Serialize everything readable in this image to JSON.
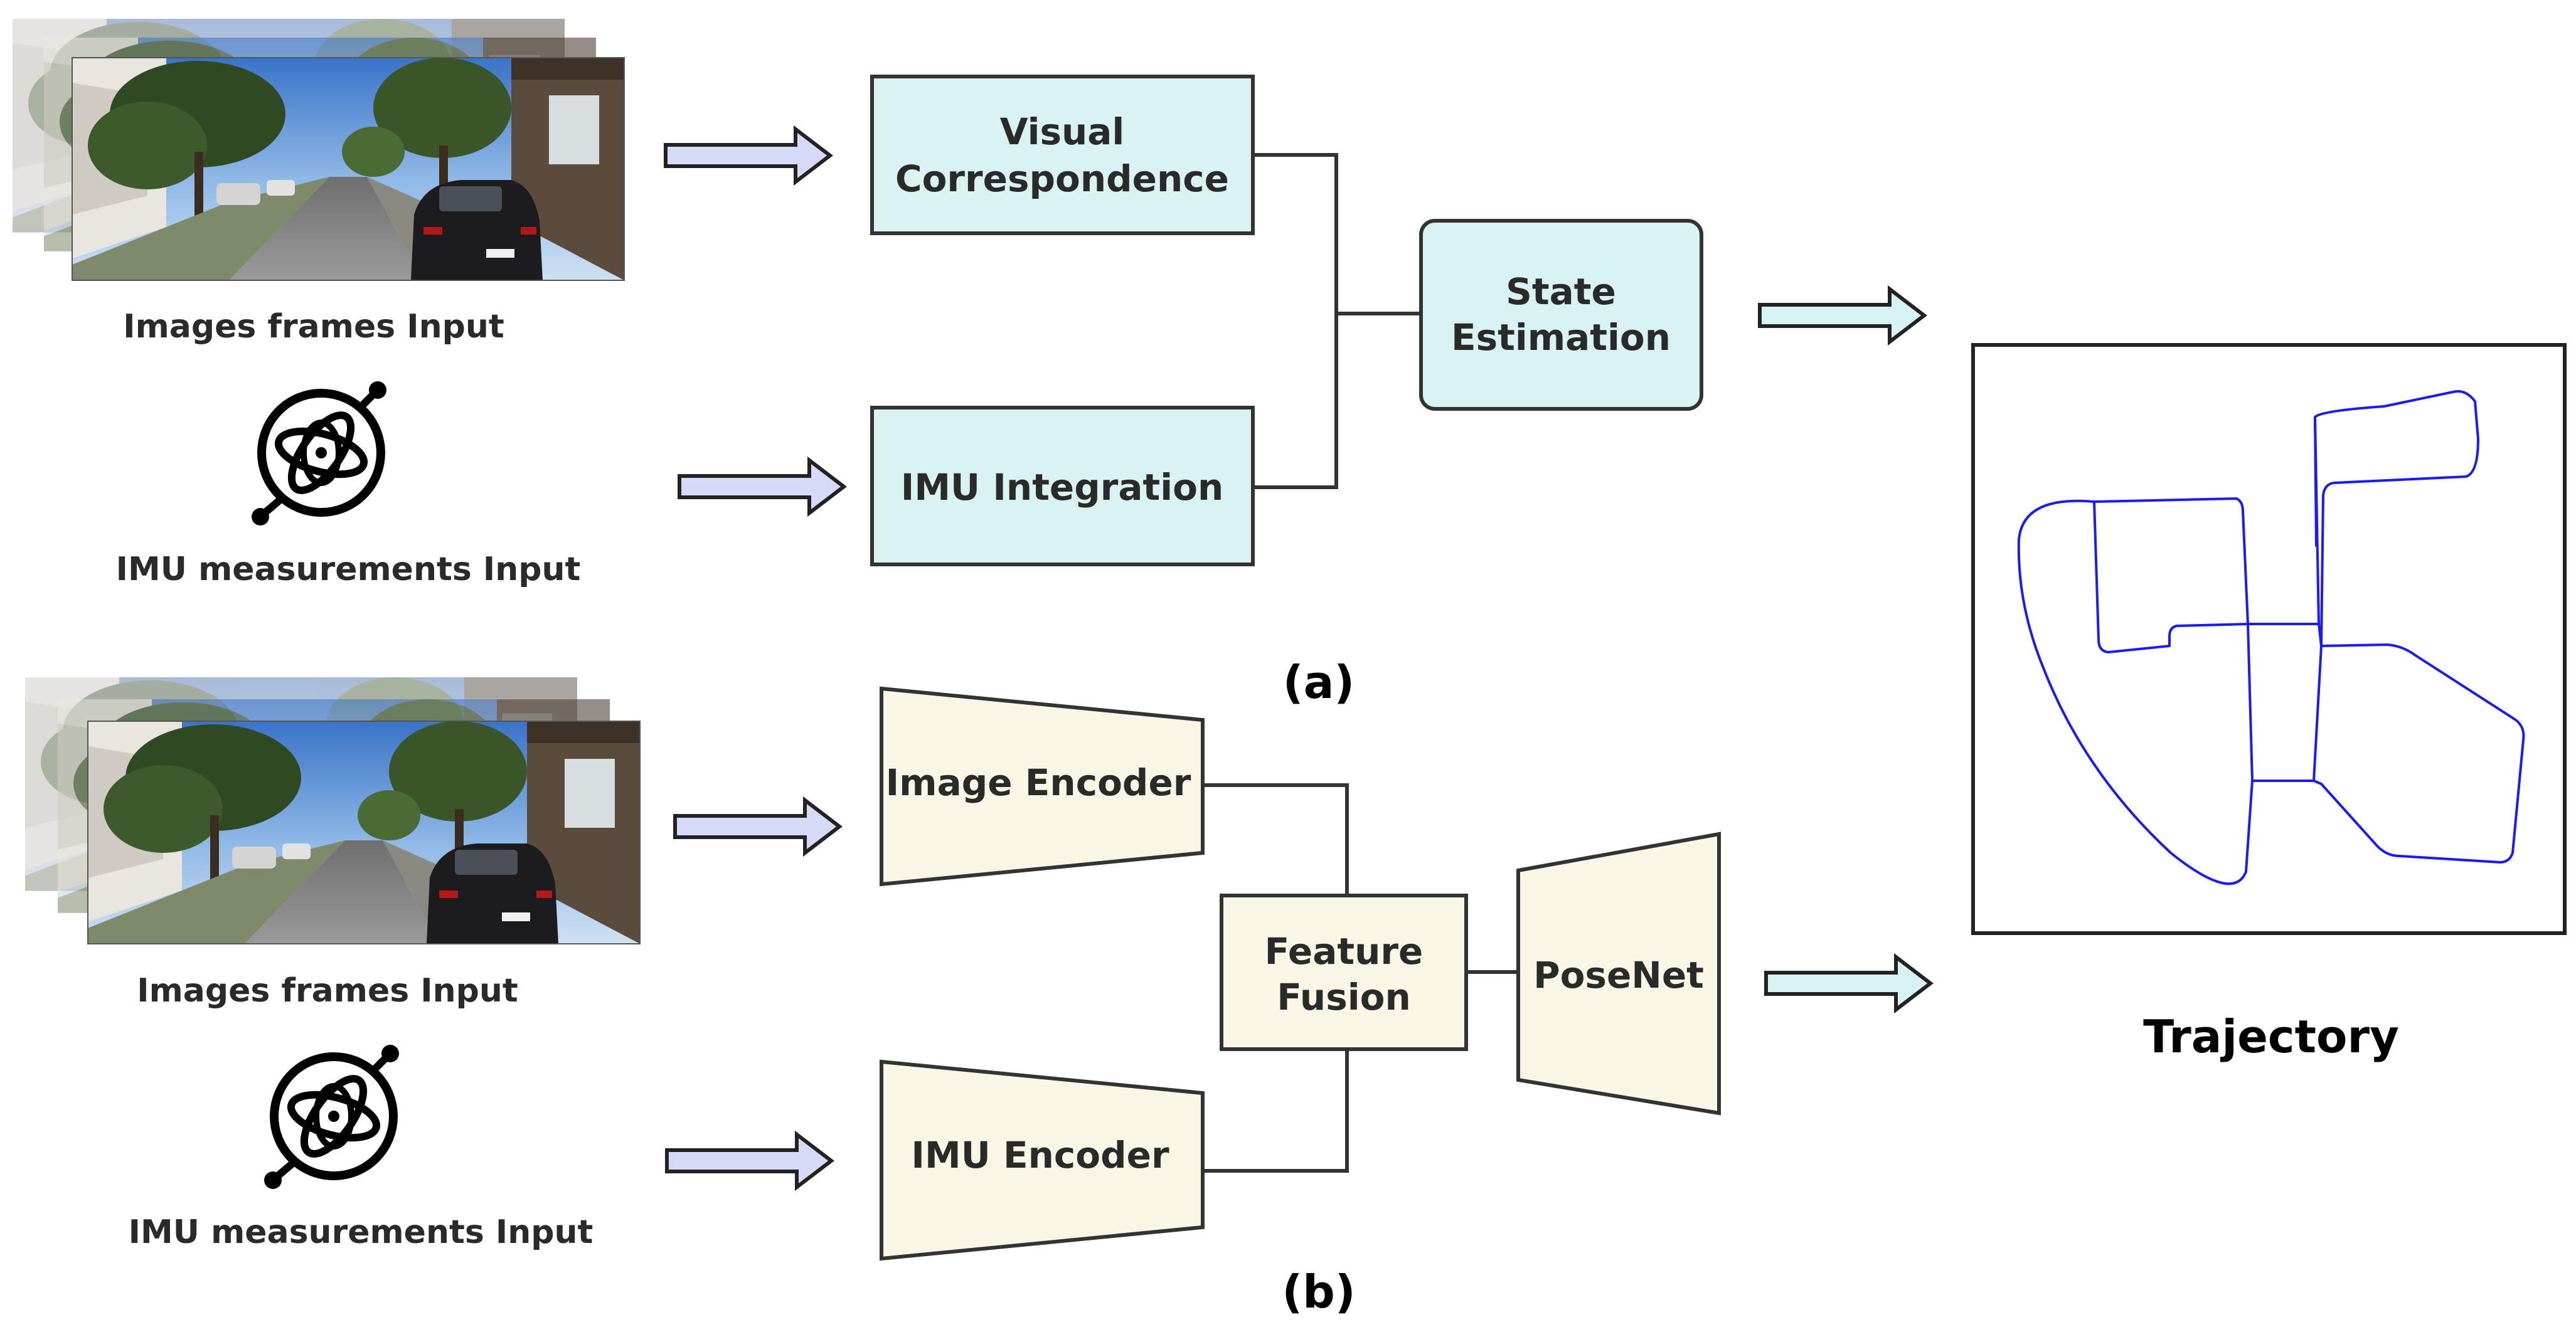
{
  "colors": {
    "arrow_input": "#d7daf6",
    "arrow_output": "#d6f2f2",
    "box_a": "#d9f3f3",
    "box_b": "#faf6e6",
    "stroke": "#333333",
    "trajectory": "#1a1aff"
  },
  "section_a": {
    "images_label": "Images frames Input",
    "imu_label": "IMU measurements Input",
    "visual_correspondence_line1": "Visual",
    "visual_correspondence_line2": "Correspondence",
    "imu_integration": "IMU Integration",
    "state_estimation_line1": "State",
    "state_estimation_line2": "Estimation",
    "caption": "(a)"
  },
  "section_b": {
    "images_label": "Images frames Input",
    "imu_label": "IMU measurements Input",
    "image_encoder": "Image Encoder",
    "imu_encoder": "IMU Encoder",
    "feature_fusion_line1": "Feature",
    "feature_fusion_line2": "Fusion",
    "posenet": "PoseNet",
    "caption": "(b)"
  },
  "trajectory": {
    "title": "Trajectory"
  },
  "icons": [
    "street-image-stack",
    "imu-gyroscope-icon"
  ]
}
